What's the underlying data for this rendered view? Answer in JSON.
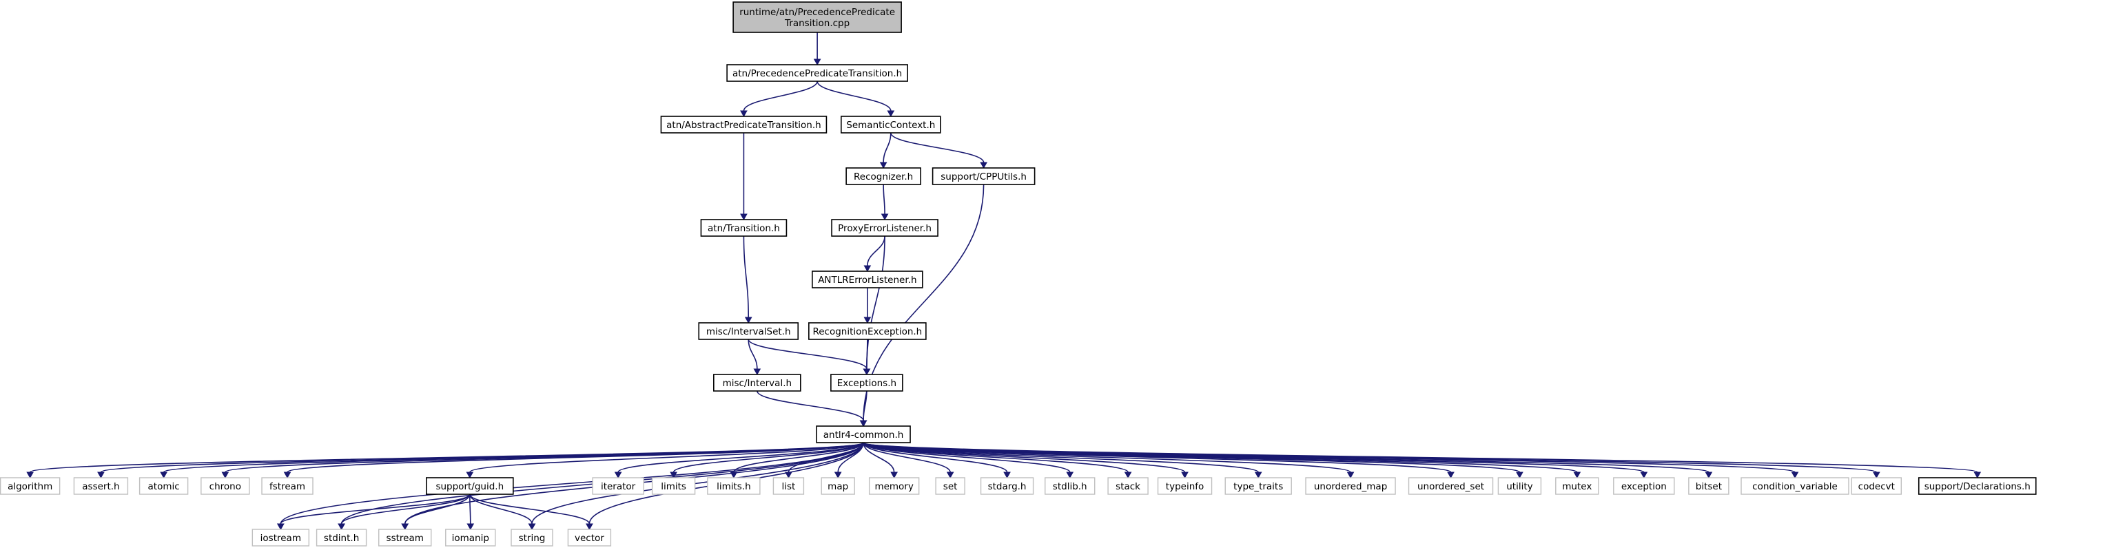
{
  "graph": {
    "nodes": [
      {
        "id": "root",
        "label": "runtime/atn/PrecedencePredicate\nTransition.cpp",
        "kind": "root"
      },
      {
        "id": "ppt_h",
        "label": "atn/PrecedencePredicateTransition.h",
        "kind": "file"
      },
      {
        "id": "apt_h",
        "label": "atn/AbstractPredicateTransition.h",
        "kind": "file"
      },
      {
        "id": "semctx_h",
        "label": "SemanticContext.h",
        "kind": "file"
      },
      {
        "id": "recognizer_h",
        "label": "Recognizer.h",
        "kind": "file"
      },
      {
        "id": "cpputils_h",
        "label": "support/CPPUtils.h",
        "kind": "file"
      },
      {
        "id": "transition_h",
        "label": "atn/Transition.h",
        "kind": "file"
      },
      {
        "id": "proxy_h",
        "label": "ProxyErrorListener.h",
        "kind": "file"
      },
      {
        "id": "antlrerr_h",
        "label": "ANTLRErrorListener.h",
        "kind": "file"
      },
      {
        "id": "intervalset_h",
        "label": "misc/IntervalSet.h",
        "kind": "file"
      },
      {
        "id": "recexc_h",
        "label": "RecognitionException.h",
        "kind": "file"
      },
      {
        "id": "interval_h",
        "label": "misc/Interval.h",
        "kind": "file"
      },
      {
        "id": "exceptions_h",
        "label": "Exceptions.h",
        "kind": "file"
      },
      {
        "id": "common_h",
        "label": "antlr4-common.h",
        "kind": "file"
      },
      {
        "id": "algorithm",
        "label": "algorithm",
        "kind": "ext"
      },
      {
        "id": "assert_h",
        "label": "assert.h",
        "kind": "ext"
      },
      {
        "id": "atomic",
        "label": "atomic",
        "kind": "ext"
      },
      {
        "id": "chrono",
        "label": "chrono",
        "kind": "ext"
      },
      {
        "id": "fstream",
        "label": "fstream",
        "kind": "ext"
      },
      {
        "id": "guid_h",
        "label": "support/guid.h",
        "kind": "file"
      },
      {
        "id": "iterator",
        "label": "iterator",
        "kind": "ext"
      },
      {
        "id": "limits",
        "label": "limits",
        "kind": "ext"
      },
      {
        "id": "limits_h",
        "label": "limits.h",
        "kind": "ext"
      },
      {
        "id": "list",
        "label": "list",
        "kind": "ext"
      },
      {
        "id": "map",
        "label": "map",
        "kind": "ext"
      },
      {
        "id": "memory",
        "label": "memory",
        "kind": "ext"
      },
      {
        "id": "set",
        "label": "set",
        "kind": "ext"
      },
      {
        "id": "stdarg_h",
        "label": "stdarg.h",
        "kind": "ext"
      },
      {
        "id": "stdlib_h",
        "label": "stdlib.h",
        "kind": "ext"
      },
      {
        "id": "stack",
        "label": "stack",
        "kind": "ext"
      },
      {
        "id": "typeinfo",
        "label": "typeinfo",
        "kind": "ext"
      },
      {
        "id": "type_traits",
        "label": "type_traits",
        "kind": "ext"
      },
      {
        "id": "unordered_map",
        "label": "unordered_map",
        "kind": "ext"
      },
      {
        "id": "unordered_set",
        "label": "unordered_set",
        "kind": "ext"
      },
      {
        "id": "utility",
        "label": "utility",
        "kind": "ext"
      },
      {
        "id": "mutex",
        "label": "mutex",
        "kind": "ext"
      },
      {
        "id": "exception",
        "label": "exception",
        "kind": "ext"
      },
      {
        "id": "bitset",
        "label": "bitset",
        "kind": "ext"
      },
      {
        "id": "condition_variable",
        "label": "condition_variable",
        "kind": "ext"
      },
      {
        "id": "codecvt",
        "label": "codecvt",
        "kind": "ext"
      },
      {
        "id": "declarations_h",
        "label": "support/Declarations.h",
        "kind": "file"
      },
      {
        "id": "iostream",
        "label": "iostream",
        "kind": "ext"
      },
      {
        "id": "stdint_h",
        "label": "stdint.h",
        "kind": "ext"
      },
      {
        "id": "sstream",
        "label": "sstream",
        "kind": "ext"
      },
      {
        "id": "iomanip",
        "label": "iomanip",
        "kind": "ext"
      },
      {
        "id": "string",
        "label": "string",
        "kind": "ext"
      },
      {
        "id": "vector",
        "label": "vector",
        "kind": "ext"
      }
    ],
    "edges": [
      [
        "root",
        "ppt_h"
      ],
      [
        "ppt_h",
        "apt_h"
      ],
      [
        "ppt_h",
        "semctx_h"
      ],
      [
        "apt_h",
        "transition_h"
      ],
      [
        "semctx_h",
        "recognizer_h"
      ],
      [
        "semctx_h",
        "cpputils_h"
      ],
      [
        "recognizer_h",
        "proxy_h"
      ],
      [
        "cpputils_h",
        "common_h"
      ],
      [
        "transition_h",
        "intervalset_h"
      ],
      [
        "proxy_h",
        "antlrerr_h"
      ],
      [
        "proxy_h",
        "exceptions_h"
      ],
      [
        "antlrerr_h",
        "recexc_h"
      ],
      [
        "recexc_h",
        "exceptions_h"
      ],
      [
        "intervalset_h",
        "interval_h"
      ],
      [
        "intervalset_h",
        "exceptions_h"
      ],
      [
        "interval_h",
        "common_h"
      ],
      [
        "exceptions_h",
        "common_h"
      ],
      [
        "common_h",
        "algorithm"
      ],
      [
        "common_h",
        "assert_h"
      ],
      [
        "common_h",
        "atomic"
      ],
      [
        "common_h",
        "chrono"
      ],
      [
        "common_h",
        "fstream"
      ],
      [
        "common_h",
        "iostream"
      ],
      [
        "common_h",
        "stdint_h"
      ],
      [
        "common_h",
        "sstream"
      ],
      [
        "common_h",
        "string"
      ],
      [
        "common_h",
        "vector"
      ],
      [
        "common_h",
        "guid_h"
      ],
      [
        "common_h",
        "iterator"
      ],
      [
        "common_h",
        "limits"
      ],
      [
        "common_h",
        "limits_h"
      ],
      [
        "common_h",
        "list"
      ],
      [
        "common_h",
        "map"
      ],
      [
        "common_h",
        "memory"
      ],
      [
        "common_h",
        "set"
      ],
      [
        "common_h",
        "stdarg_h"
      ],
      [
        "common_h",
        "stdlib_h"
      ],
      [
        "common_h",
        "stack"
      ],
      [
        "common_h",
        "typeinfo"
      ],
      [
        "common_h",
        "type_traits"
      ],
      [
        "common_h",
        "unordered_map"
      ],
      [
        "common_h",
        "unordered_set"
      ],
      [
        "common_h",
        "utility"
      ],
      [
        "common_h",
        "mutex"
      ],
      [
        "common_h",
        "exception"
      ],
      [
        "common_h",
        "bitset"
      ],
      [
        "common_h",
        "condition_variable"
      ],
      [
        "common_h",
        "codecvt"
      ],
      [
        "common_h",
        "declarations_h"
      ],
      [
        "guid_h",
        "iostream"
      ],
      [
        "guid_h",
        "stdint_h"
      ],
      [
        "guid_h",
        "sstream"
      ],
      [
        "guid_h",
        "iomanip"
      ],
      [
        "guid_h",
        "string"
      ],
      [
        "guid_h",
        "vector"
      ]
    ]
  }
}
